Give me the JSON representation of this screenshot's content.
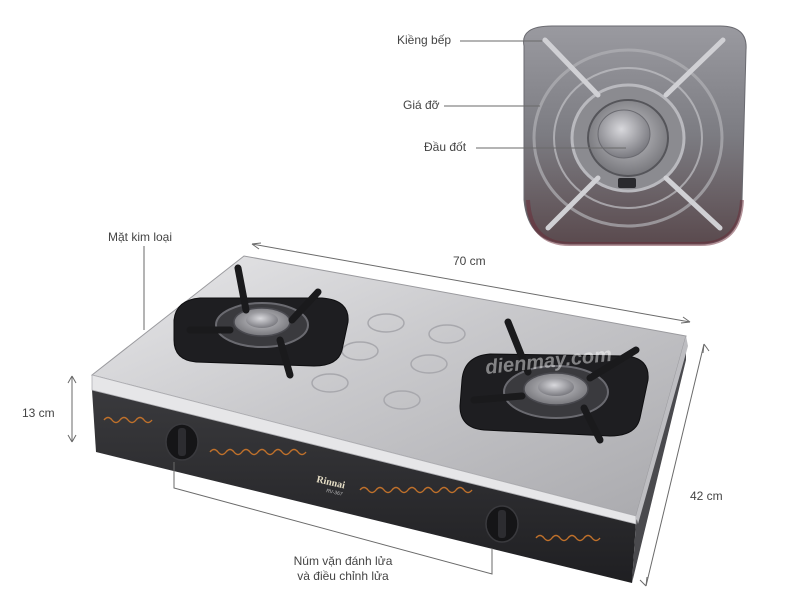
{
  "labels": {
    "grate": "Kiềng bếp",
    "support": "Giá đỡ",
    "burner_head": "Đầu đốt",
    "metal_surface": "Mặt kim loại",
    "width": "70 cm",
    "height": "13 cm",
    "depth": "42 cm",
    "knob_line1": "Núm vặn đánh lửa",
    "knob_line2": "và điều chỉnh lửa"
  },
  "branding": {
    "brand": "Rinnai",
    "model": "RV-367",
    "watermark": "dienmay.com"
  },
  "colors": {
    "steel_light": "#d4d4d6",
    "steel_dark": "#8a8a8e",
    "body_dark": "#2b2b2e",
    "grate_black": "#1c1c1e",
    "decor_orange": "#c0712b",
    "guide_line": "#6a6a6a"
  }
}
